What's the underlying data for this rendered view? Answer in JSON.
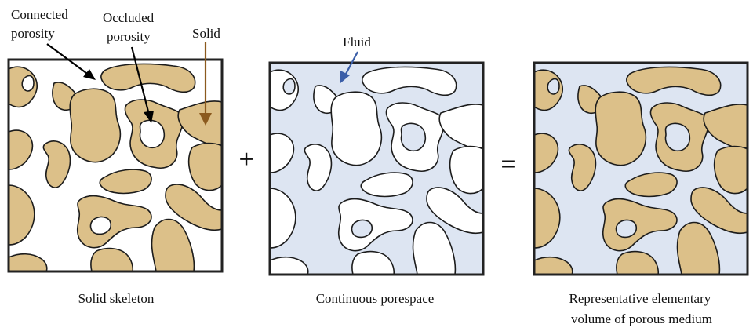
{
  "labels": {
    "connected_porosity": [
      "Connected",
      "porosity"
    ],
    "occluded_porosity": [
      "Occluded",
      "porosity"
    ],
    "solid": "Solid",
    "fluid": "Fluid"
  },
  "operators": {
    "plus": "+",
    "equals": "="
  },
  "captions": {
    "skeleton": "Solid skeleton",
    "porespace": "Continuous porespace",
    "rev": [
      "Representative elementary",
      "volume of porous medium"
    ]
  },
  "colors": {
    "solid_fill": "#dcc089",
    "fluid_fill": "#dde5f2",
    "outline": "#1c1c1c",
    "solid_arrow": "#8b5a1e",
    "fluid_arrow": "#3b5ea8"
  }
}
